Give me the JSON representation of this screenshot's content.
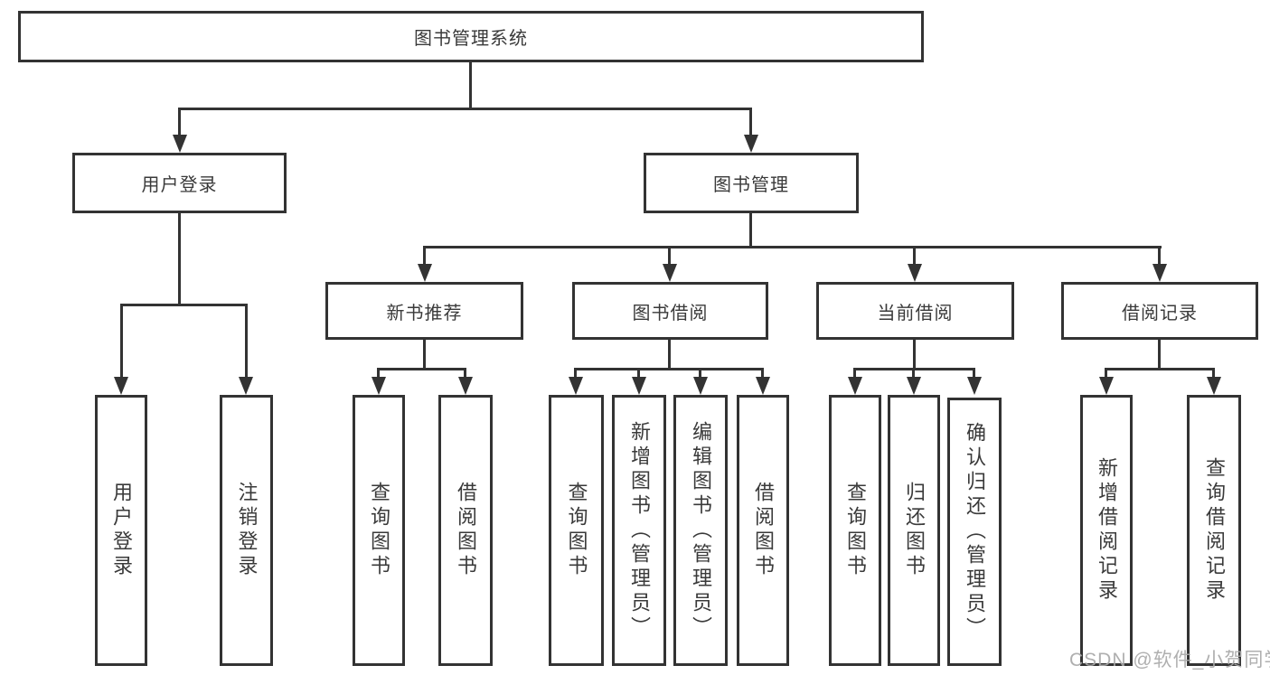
{
  "diagram": {
    "type": "tree",
    "root": {
      "label": "图书管理系统"
    },
    "level2": [
      {
        "label": "用户登录"
      },
      {
        "label": "图书管理"
      }
    ],
    "level3": [
      {
        "label": "新书推荐"
      },
      {
        "label": "图书借阅"
      },
      {
        "label": "当前借阅"
      },
      {
        "label": "借阅记录"
      }
    ],
    "leaves": {
      "user_login": [
        {
          "label": "用户登录"
        },
        {
          "label": "注销登录"
        }
      ],
      "new_book": [
        {
          "label": "查询图书"
        },
        {
          "label": "借阅图书"
        }
      ],
      "book_borrow": [
        {
          "label": "查询图书"
        },
        {
          "label": "新增图书（管理员）"
        },
        {
          "label": "编辑图书（管理员）"
        },
        {
          "label": "借阅图书"
        }
      ],
      "current_borrow": [
        {
          "label": "查询图书"
        },
        {
          "label": "归还图书"
        },
        {
          "label": "确认归还（管理员）"
        }
      ],
      "borrow_record": [
        {
          "label": "新增借阅记录"
        },
        {
          "label": "查询借阅记录"
        }
      ]
    }
  },
  "watermark": {
    "text": "CSDN @软件_小贺同学",
    "color": "#a8a8a8"
  },
  "colors": {
    "line": "#333333",
    "box_border": "#333333",
    "text": "#3a3a3a",
    "background": "#ffffff"
  }
}
